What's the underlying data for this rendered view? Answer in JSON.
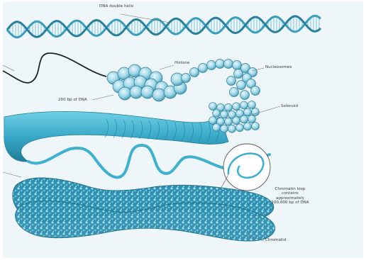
{
  "labels": {
    "dna_double_helix": "DNA double helix",
    "histone": "Histone",
    "nucleosomes": "Nucleosomes",
    "bp_of_dna": "200 bp of DNA",
    "solenoid": "Solenoid",
    "chromatin_loop": "Chromatin loop contains approximately 100,000 bp of DNA",
    "chromatid": "Chromatid"
  },
  "colors": {
    "background": "#eef6fa",
    "helix_strand": "#3a9dbc",
    "helix_rung": "#8fcfe0",
    "bead_fill": "#a9dbe8",
    "bead_stroke": "#2f7f99",
    "fiber": "#3fb1cf",
    "fiber_dark": "#1f7d99",
    "chromatid_fill": "#2e8fb0",
    "label_line": "#666666"
  }
}
